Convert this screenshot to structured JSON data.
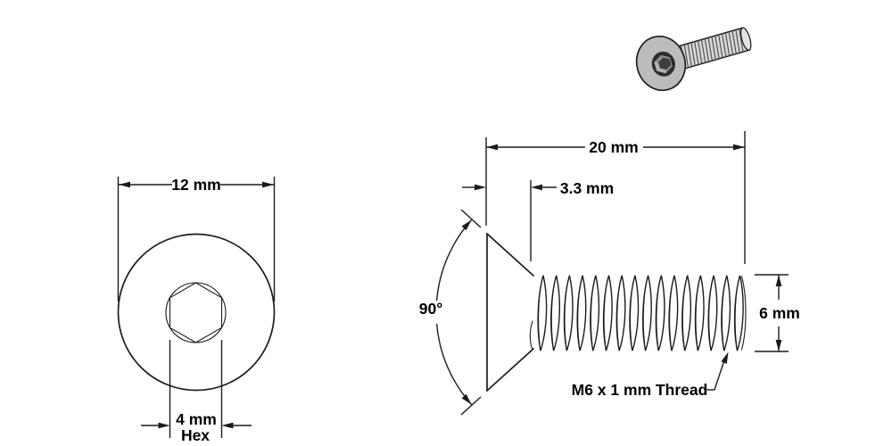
{
  "drawing": {
    "front_view": {
      "head_diameter_label": "12 mm",
      "hex_size_label": "4 mm",
      "hex_suffix_label": "Hex"
    },
    "side_view": {
      "overall_length_label": "20 mm",
      "head_height_label": "3.3 mm",
      "countersink_angle_label": "90°",
      "thread_diameter_label": "6 mm",
      "thread_spec_label": "M6 x 1 mm Thread"
    },
    "colors": {
      "line": "#1c1c1c",
      "text": "#000000",
      "screw_body_gray": "#bcbcbc",
      "socket_dark": "#2d2d2d",
      "background": "#ffffff"
    }
  }
}
